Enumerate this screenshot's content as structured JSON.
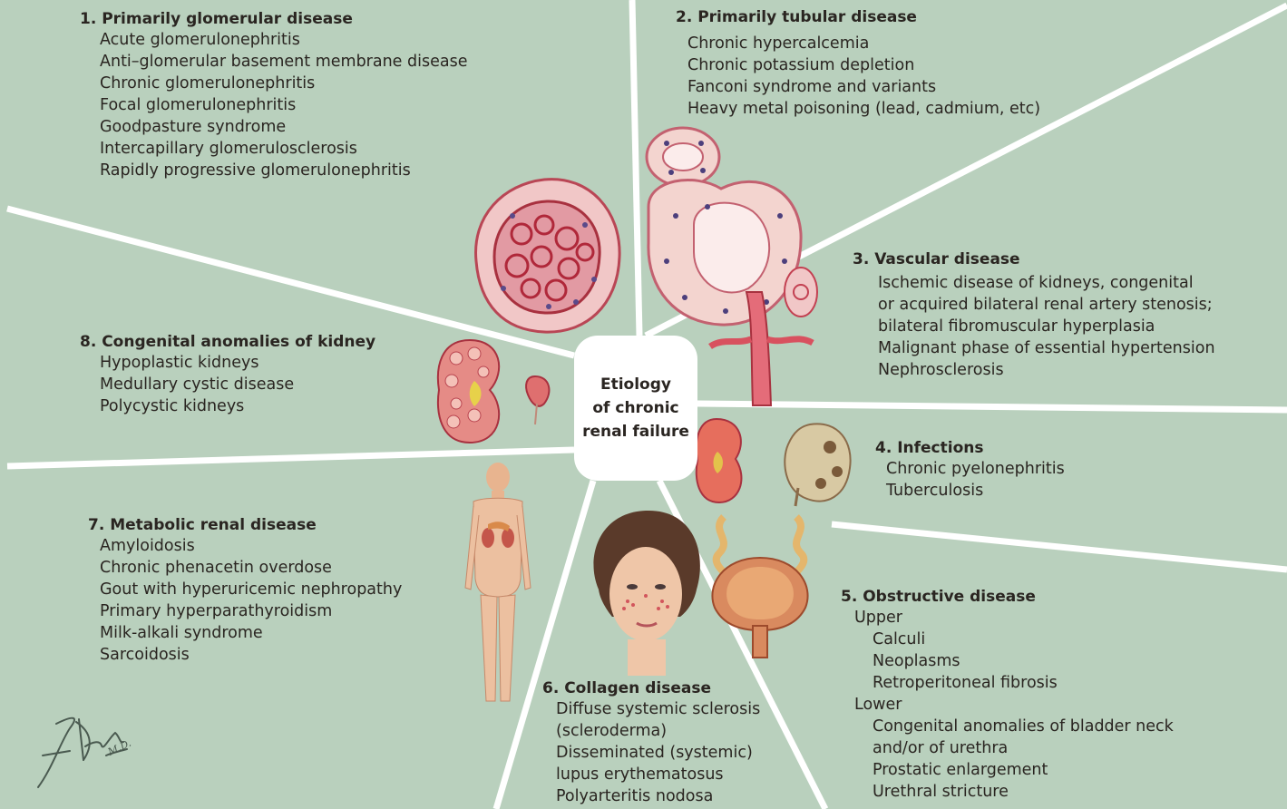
{
  "center": {
    "line1": "Etiology",
    "line2": "of chronic",
    "line3": "renal failure"
  },
  "sections": [
    {
      "title": "1. Primarily glomerular disease",
      "items": [
        "Acute glomerulonephritis",
        "Anti–glomerular basement membrane disease",
        "Chronic glomerulonephritis",
        "Focal glomerulonephritis",
        "Goodpasture syndrome",
        "Intercapillary glomerulosclerosis",
        "Rapidly progressive glomerulonephritis"
      ]
    },
    {
      "title": "2. Primarily tubular disease",
      "items": [
        "Chronic hypercalcemia",
        "Chronic potassium depletion",
        "Fanconi syndrome and variants",
        "Heavy metal poisoning (lead, cadmium, etc)"
      ]
    },
    {
      "title": "3. Vascular disease",
      "items": [
        "Ischemic disease of kidneys, congenital",
        "or acquired bilateral renal artery stenosis;",
        "bilateral fibromuscular hyperplasia",
        "Malignant phase of essential hypertension",
        "Nephrosclerosis"
      ]
    },
    {
      "title": "4. Infections",
      "items": [
        "Chronic pyelonephritis",
        "Tuberculosis"
      ]
    },
    {
      "title": "5. Obstructive disease",
      "items": [
        "Upper",
        "Calculi",
        "Neoplasms",
        "Retroperitoneal fibrosis",
        "Lower",
        "Congenital anomalies of bladder neck",
        "and/or of urethra",
        "Prostatic enlargement",
        "Urethral stricture"
      ]
    },
    {
      "title": "6. Collagen disease",
      "items": [
        "Diffuse systemic sclerosis",
        "(scleroderma)",
        "Disseminated (systemic)",
        "lupus erythematosus",
        "Polyarteritis nodosa"
      ]
    },
    {
      "title": "7. Metabolic renal disease",
      "items": [
        "Amyloidosis",
        "Chronic phenacetin overdose",
        "Gout with hyperuricemic nephropathy",
        "Primary hyperparathyroidism",
        "Milk-alkali syndrome",
        "Sarcoidosis"
      ]
    },
    {
      "title": "8. Congenital anomalies of kidney",
      "items": [
        "Hypoplastic kidneys",
        "Medullary cystic disease",
        "Polycystic kidneys"
      ]
    }
  ],
  "signature": "F. Netter M.D.",
  "colors": {
    "background": "#b9d0bd",
    "divider": "#ffffff",
    "text": "#2a2521",
    "tissue": "#d9707a"
  }
}
